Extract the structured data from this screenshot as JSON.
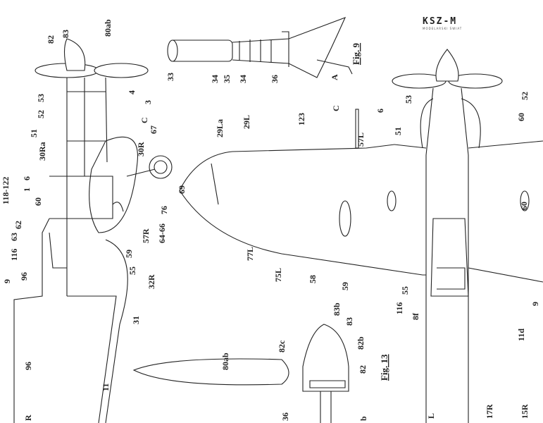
{
  "logo": {
    "title": "KSZ-M",
    "subtitle": "MODELARSKI ŚWIAT"
  },
  "figures": {
    "fig9": "Fig. 9",
    "fig13": "Fig. 13"
  },
  "labels": {
    "side": [
      "82",
      "83",
      "80ab",
      "53",
      "52",
      "51",
      "30Ra",
      "118-122",
      "6",
      "1",
      "60",
      "62",
      "63",
      "116",
      "96",
      "9",
      "96",
      "4",
      "3",
      "C",
      "67",
      "30R",
      "69",
      "76",
      "64-66",
      "57R",
      "59",
      "55",
      "32R",
      "31",
      "11",
      "R"
    ],
    "fig9": [
      "33",
      "34",
      "35",
      "34",
      "36",
      "A"
    ],
    "wing": [
      "29La",
      "29L",
      "123",
      "C",
      "57L",
      "77L",
      "75L",
      "58",
      "59"
    ],
    "top": [
      "53",
      "6",
      "51",
      "60",
      "52",
      "55",
      "116",
      "8f",
      "9",
      "11d",
      "17R",
      "15R",
      "L",
      "60"
    ],
    "fig13": [
      "80ab",
      "82c",
      "83b",
      "83",
      "82b",
      "82",
      "36",
      "b"
    ]
  }
}
